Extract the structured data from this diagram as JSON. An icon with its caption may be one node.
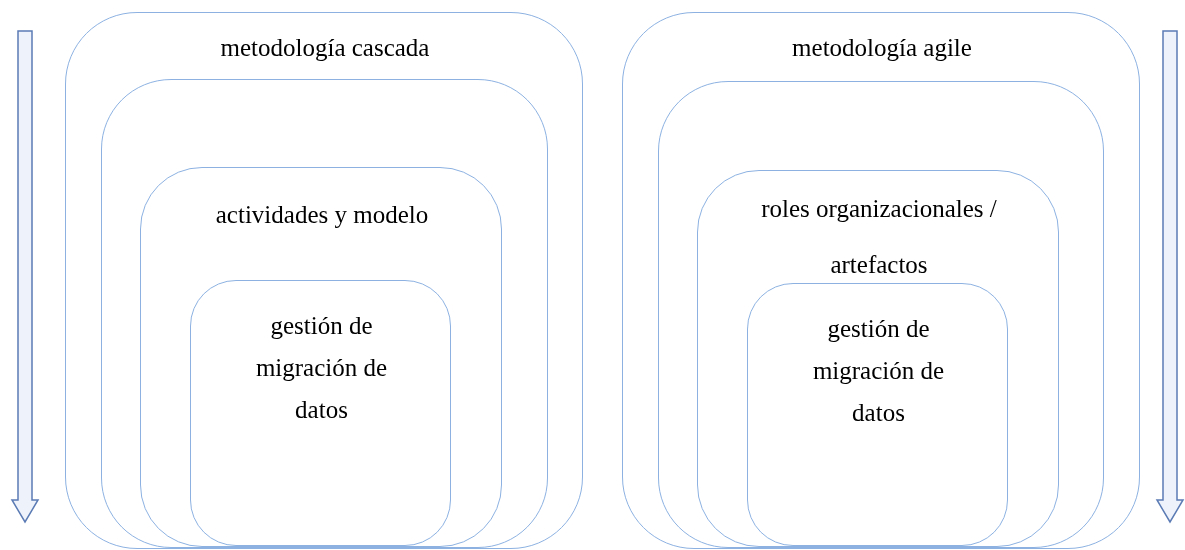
{
  "diagram": {
    "nodes": [
      {
        "text": [
          "metodología cascada"
        ]
      },
      {
        "text": [],
        "shape": "box",
        "in": 0
      },
      {
        "text": [
          "actividades y modelo"
        ],
        "in": 1
      },
      {
        "text": [
          "gestión de migración de datos"
        ],
        "in": 2
      },
      {
        "text": [
          "metodología agile"
        ]
      },
      {
        "text": [],
        "shape": "box",
        "in": 4
      },
      {
        "text": [
          "roles organizacionales / artefactos"
        ],
        "in": 5
      },
      {
        "text": [
          "gestión de migración de datos"
        ],
        "in": 6
      }
    ],
    "edges": []
  }
}
